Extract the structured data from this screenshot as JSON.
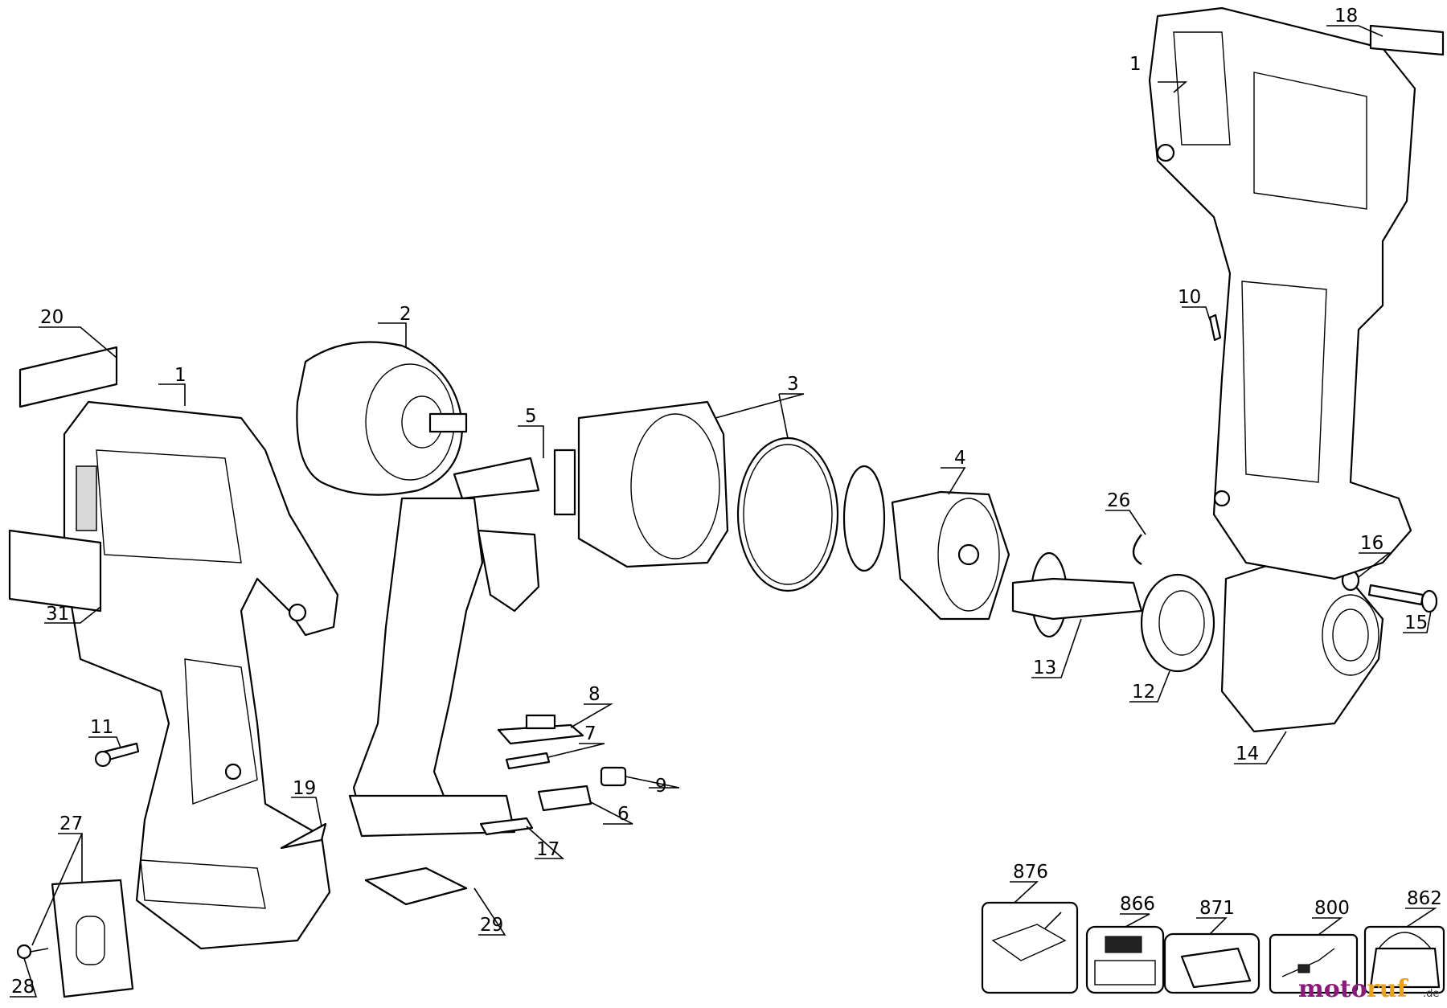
{
  "callouts": {
    "c1a": "1",
    "c1b": "1",
    "c2": "2",
    "c3": "3",
    "c4": "4",
    "c5": "5",
    "c6": "6",
    "c7": "7",
    "c8": "8",
    "c9": "9",
    "c10": "10",
    "c11": "11",
    "c12": "12",
    "c13": "13",
    "c14": "14",
    "c15": "15",
    "c16": "16",
    "c17": "17",
    "c18": "18",
    "c19": "19",
    "c20": "20",
    "c26": "26",
    "c27": "27",
    "c28": "28",
    "c29": "29",
    "c31": "31",
    "c876": "876",
    "c866": "866",
    "c871": "871",
    "c800": "800",
    "c862": "862"
  },
  "watermark": {
    "part1": "moto",
    "part2": "ruf",
    "suffix": ".de"
  },
  "colors": {
    "line": "#000000",
    "watermark_primary": "#8a1a7a",
    "watermark_accent": "#e8a21a"
  }
}
